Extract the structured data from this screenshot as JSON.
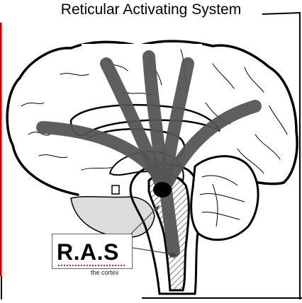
{
  "diagram": {
    "title": "Reticular Activating System",
    "label": "R.A.S",
    "caption": "the cortex"
  },
  "colors": {
    "pathway": "#555555",
    "outline": "#000000",
    "accent": "#c00000",
    "cerebellum_fill": "#ffffff",
    "lower_fill": "#dddddd"
  }
}
